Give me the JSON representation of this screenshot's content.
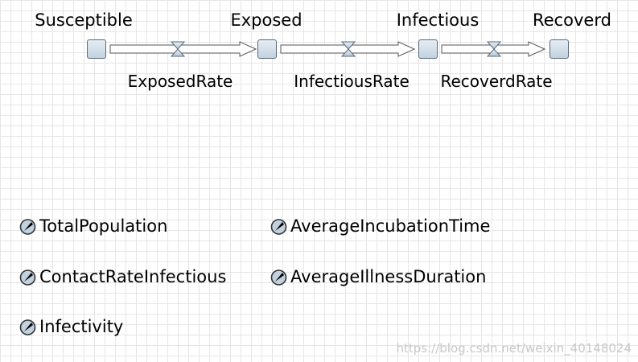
{
  "stocks": [
    {
      "id": "susceptible",
      "label": "Susceptible"
    },
    {
      "id": "exposed",
      "label": "Exposed"
    },
    {
      "id": "infectious",
      "label": "Infectious"
    },
    {
      "id": "recoverd",
      "label": "Recoverd"
    }
  ],
  "flows": [
    {
      "id": "exposed-rate",
      "label": "ExposedRate"
    },
    {
      "id": "infectious-rate",
      "label": "InfectiousRate"
    },
    {
      "id": "recoverd-rate",
      "label": "RecoverdRate"
    }
  ],
  "parameters": [
    {
      "id": "total-population",
      "label": "TotalPopulation",
      "icon": "parameter-dial-icon"
    },
    {
      "id": "contact-rate-infectious",
      "label": "ContactRateInfectious",
      "icon": "parameter-dial-icon"
    },
    {
      "id": "infectivity",
      "label": "Infectivity",
      "icon": "parameter-dial-icon"
    },
    {
      "id": "average-incubation-time",
      "label": "AverageIncubationTime",
      "icon": "parameter-dial-icon"
    },
    {
      "id": "average-illness-duration",
      "label": "AverageIllnessDuration",
      "icon": "parameter-dial-icon"
    }
  ],
  "watermark": "https://blog.csdn.net/weixin_40148024",
  "colors": {
    "stock_fill": "#c2d1de",
    "stock_border": "#5a6a7a",
    "grid": "#e6e6e6"
  }
}
